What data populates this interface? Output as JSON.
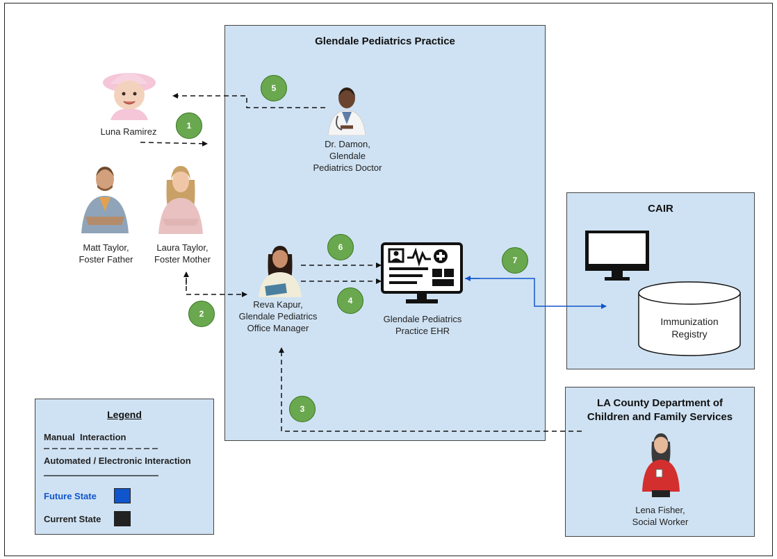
{
  "practice_box": {
    "title": "Glendale Pediatrics Practice"
  },
  "cair_box": {
    "title": "CAIR",
    "registry_label_1": "Immunization",
    "registry_label_2": "Registry"
  },
  "dcfs_box": {
    "title_line1": "LA County Department of",
    "title_line2": "Children and Family Services"
  },
  "people": {
    "luna": {
      "name": "Luna Ramirez"
    },
    "matt": {
      "line1": "Matt Taylor,",
      "line2": "Foster Father"
    },
    "laura": {
      "line1": "Laura Taylor,",
      "line2": "Foster Mother"
    },
    "damon": {
      "line1": "Dr. Damon,",
      "line2": "Glendale",
      "line3": "Pediatrics Doctor"
    },
    "reva": {
      "line1": "Reva Kapur,",
      "line2": "Glendale Pediatrics",
      "line3": "Office Manager"
    },
    "lena": {
      "line1": "Lena Fisher,",
      "line2": "Social Worker"
    }
  },
  "ehr": {
    "line1": "Glendale Pediatrics",
    "line2": "Practice EHR"
  },
  "steps": [
    "1",
    "2",
    "3",
    "4",
    "5",
    "6",
    "7"
  ],
  "legend": {
    "title": "Legend",
    "manual": "Manual  Interaction",
    "automated": "Automated / Electronic Interaction",
    "future": "Future State",
    "current": "Current State"
  },
  "colors": {
    "box_fill": "#cfe2f3",
    "badge": "#6aa84f",
    "future_state": "#1155cc",
    "current_state": "#222222",
    "future_line": "#1155cc"
  },
  "icons": [
    "baby-photo",
    "doctor-photo",
    "father-photo",
    "mother-photo",
    "office-manager-photo",
    "social-worker-photo",
    "ehr-monitor-icon",
    "computer-monitor-icon",
    "database-cylinder-icon"
  ]
}
